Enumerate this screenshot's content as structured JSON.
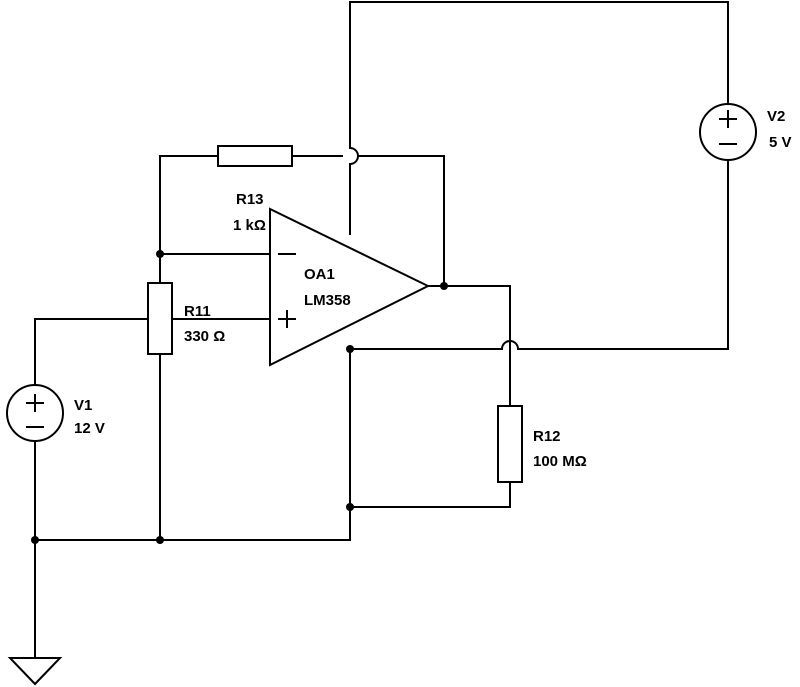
{
  "components": {
    "r13": {
      "ref": "R13",
      "value": "1 kΩ"
    },
    "r11": {
      "ref": "R11",
      "value": "330 Ω"
    },
    "r12": {
      "ref": "R12",
      "value": "100 MΩ"
    },
    "oa1": {
      "ref": "OA1",
      "part": "LM358"
    },
    "v1": {
      "ref": "V1",
      "value": "12 V"
    },
    "v2": {
      "ref": "V2",
      "value": "5 V"
    }
  }
}
